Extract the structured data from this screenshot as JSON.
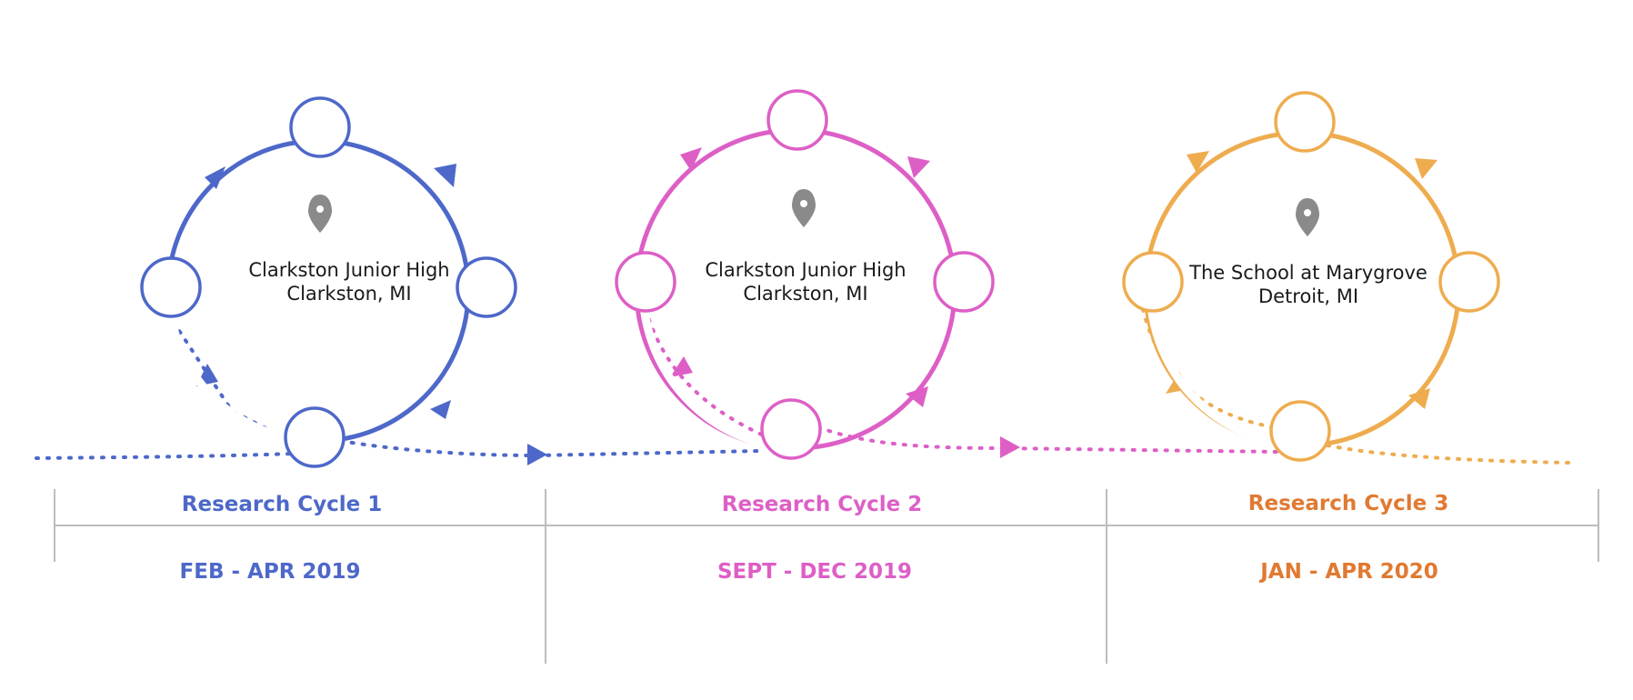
{
  "colors": {
    "cycle1": "#4d68c9",
    "cycle2": "#dd5fc6",
    "cycle3": "#eeac4f",
    "cycle3_text": "#e07a32",
    "pin": "#8a8a8a",
    "divider": "#bdbdbd"
  },
  "cycles": [
    {
      "school": "Clarkston Junior High",
      "city": "Clarkston, MI",
      "title": "Research Cycle 1",
      "dates": "FEB - APR 2019"
    },
    {
      "school": "Clarkston Junior High",
      "city": "Clarkston, MI",
      "title": "Research Cycle 2",
      "dates": "SEPT - DEC 2019"
    },
    {
      "school": "The School at Marygrove",
      "city": "Detroit, MI",
      "title": "Research Cycle 3",
      "dates": "JAN - APR 2020"
    }
  ]
}
